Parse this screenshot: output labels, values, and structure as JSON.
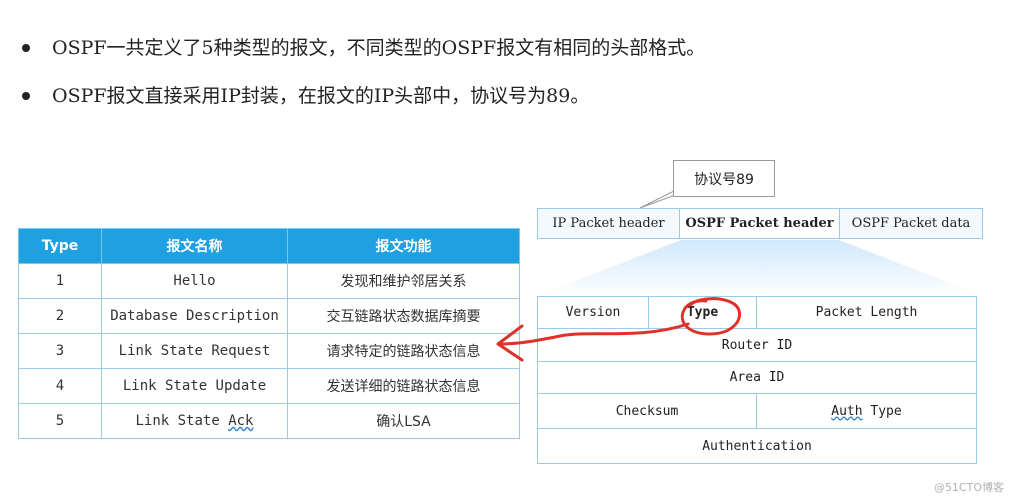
{
  "bullets": [
    "OSPF一共定义了5种类型的报文，不同类型的OSPF报文有相同的头部格式。",
    "OSPF报文直接采用IP封装，在报文的IP头部中，协议号为89。"
  ],
  "type_table": {
    "headers": [
      "Type",
      "报文名称",
      "报文功能"
    ],
    "rows": [
      {
        "type": "1",
        "name": "Hello",
        "func": "发现和维护邻居关系"
      },
      {
        "type": "2",
        "name": "Database Description",
        "func": "交互链路状态数据库摘要"
      },
      {
        "type": "3",
        "name": "Link State Request",
        "func": "请求特定的链路状态信息"
      },
      {
        "type": "4",
        "name": "Link State Update",
        "func": "发送详细的链路状态信息"
      },
      {
        "type": "5",
        "name": "Link State Ack",
        "func": "确认LSA"
      }
    ]
  },
  "callout": "协议号89",
  "packet": {
    "ip_header": "IP Packet header",
    "ospf_header": "OSPF Packet header",
    "ospf_data": "OSPF Packet data"
  },
  "ospf_header_fields": {
    "version": "Version",
    "type": "Type",
    "packet_length": "Packet Length",
    "router_id": "Router ID",
    "area_id": "Area ID",
    "checksum": "Checksum",
    "auth_type_prefix": "Auth",
    "auth_type_suffix": " Type",
    "authentication": "Authentication"
  },
  "colors": {
    "table_header": "#1fa0e0",
    "annotation": "#e0302a"
  },
  "watermark": "@51CTO博客"
}
